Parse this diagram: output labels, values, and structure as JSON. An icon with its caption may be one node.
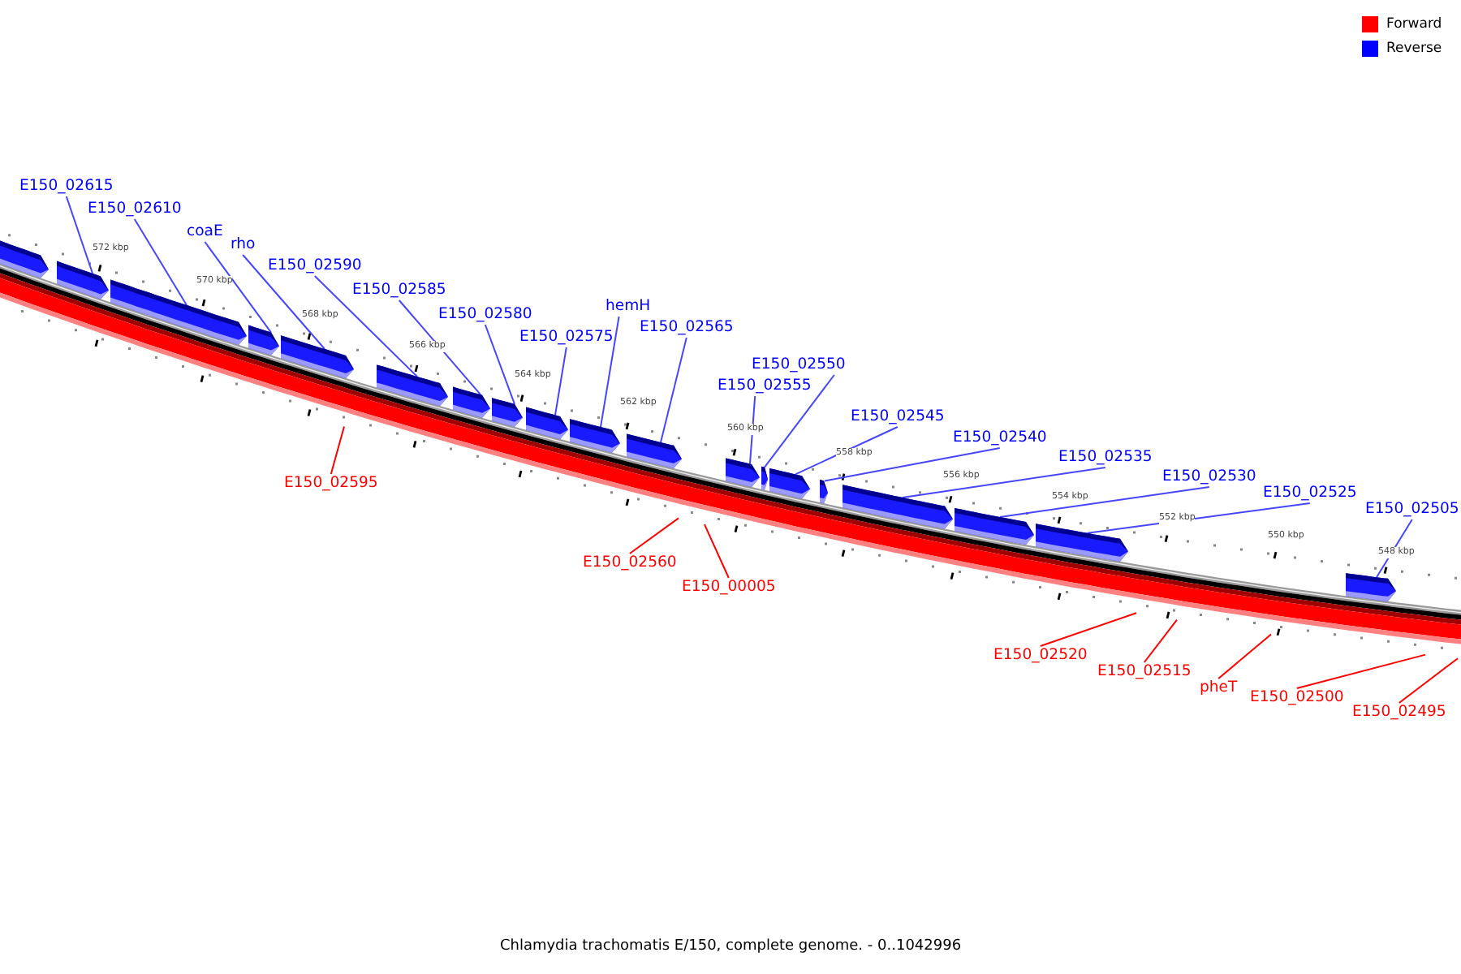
{
  "diagram": {
    "caption": "Chlamydia trachomatis E/150, complete genome. - 0..1042996",
    "nodes": [
      {
        "text": [
          "E150_02615"
        ]
      },
      {
        "text": [
          "E150_02610"
        ]
      },
      {
        "text": [
          "coaE"
        ]
      },
      {
        "text": [
          "rho"
        ]
      },
      {
        "text": [
          "E150_02590"
        ]
      },
      {
        "text": [
          "E150_02585"
        ]
      },
      {
        "text": [
          "E150_02580"
        ]
      },
      {
        "text": [
          "hemH"
        ]
      },
      {
        "text": [
          "E150_02575"
        ]
      },
      {
        "text": [
          "E150_02565"
        ]
      },
      {
        "text": [
          "E150_02550"
        ]
      },
      {
        "text": [
          "E150_02555"
        ]
      },
      {
        "text": [
          "E150_02545"
        ]
      },
      {
        "text": [
          "E150_02540"
        ]
      },
      {
        "text": [
          "E150_02535"
        ]
      },
      {
        "text": [
          "E150_02530"
        ]
      },
      {
        "text": [
          "E150_02525"
        ]
      },
      {
        "text": [
          "E150_02505"
        ]
      },
      {
        "text": [
          "E150_02595"
        ]
      },
      {
        "text": [
          "E150_02560"
        ]
      },
      {
        "text": [
          "E150_00005"
        ]
      },
      {
        "text": [
          "E150_02520"
        ]
      },
      {
        "text": [
          "E150_02515"
        ]
      },
      {
        "text": [
          "pheT"
        ]
      },
      {
        "text": [
          "E150_02500"
        ]
      },
      {
        "text": [
          "E150_02495"
        ]
      },
      {
        "text": [],
        "shape": "bar"
      },
      {
        "text": [],
        "shape": "bar"
      },
      {
        "text": [],
        "shape": "bar"
      },
      {
        "text": [],
        "shape": "bar"
      },
      {
        "text": [],
        "shape": "bar"
      },
      {
        "text": [],
        "shape": "bar"
      },
      {
        "text": [],
        "shape": "bar"
      },
      {
        "text": [],
        "shape": "bar"
      },
      {
        "text": [],
        "shape": "bar"
      },
      {
        "text": [],
        "shape": "bar"
      },
      {
        "text": [],
        "shape": "bar"
      },
      {
        "text": [],
        "shape": "bar"
      },
      {
        "text": [],
        "shape": "bar"
      },
      {
        "text": [],
        "shape": "bar"
      },
      {
        "text": [],
        "shape": "bar"
      },
      {
        "text": [],
        "shape": "bar"
      },
      {
        "text": [],
        "shape": "bar"
      },
      {
        "text": [],
        "shape": "bar"
      },
      {
        "text": [],
        "shape": "bar"
      }
    ],
    "edges": [
      {
        "from": 0,
        "to": 27,
        "arrow": "none"
      },
      {
        "from": 1,
        "to": 28,
        "arrow": "none"
      },
      {
        "from": 2,
        "to": 29,
        "arrow": "none"
      },
      {
        "from": 3,
        "to": 30,
        "arrow": "none"
      },
      {
        "from": 4,
        "to": 31,
        "arrow": "none"
      },
      {
        "from": 5,
        "to": 32,
        "arrow": "none"
      },
      {
        "from": 6,
        "to": 33,
        "arrow": "none"
      },
      {
        "from": 7,
        "to": 35,
        "arrow": "none"
      },
      {
        "from": 8,
        "to": 34,
        "arrow": "none"
      },
      {
        "from": 9,
        "to": 36,
        "arrow": "none"
      },
      {
        "from": 10,
        "to": 38,
        "arrow": "none"
      },
      {
        "from": 11,
        "to": 37,
        "arrow": "none"
      },
      {
        "from": 12,
        "to": 39,
        "arrow": "none"
      },
      {
        "from": 13,
        "to": 40,
        "arrow": "none"
      },
      {
        "from": 14,
        "to": 41,
        "arrow": "none"
      },
      {
        "from": 15,
        "to": 42,
        "arrow": "none"
      },
      {
        "from": 16,
        "to": 43,
        "arrow": "none"
      },
      {
        "from": 17,
        "to": 44,
        "arrow": "none"
      },
      {
        "from": 18,
        "to": null,
        "arrow": "none",
        "color": "#ff0000"
      },
      {
        "from": 19,
        "to": null,
        "arrow": "none",
        "color": "#ff0000"
      },
      {
        "from": 20,
        "to": null,
        "arrow": "none",
        "color": "#ff0000"
      },
      {
        "from": 21,
        "to": null,
        "arrow": "none",
        "color": "#ff0000"
      },
      {
        "from": 22,
        "to": null,
        "arrow": "none",
        "color": "#ff0000"
      },
      {
        "from": 23,
        "to": null,
        "arrow": "none",
        "color": "#ff0000"
      },
      {
        "from": 24,
        "to": null,
        "arrow": "none",
        "color": "#ff0000"
      },
      {
        "from": 25,
        "to": null,
        "arrow": "none",
        "color": "#ff0000"
      }
    ],
    "labels": [
      "572 kbp",
      "570 kbp",
      "568 kbp",
      "566 kbp",
      "564 kbp",
      "562 kbp",
      "560 kbp",
      "558 kbp",
      "556 kbp",
      "554 kbp",
      "552 kbp",
      "550 kbp",
      "548 kbp"
    ],
    "legend": [
      {
        "text": "Forward",
        "color": "#ff0000"
      },
      {
        "text": "Reverse",
        "color": "#0000ff"
      }
    ]
  }
}
